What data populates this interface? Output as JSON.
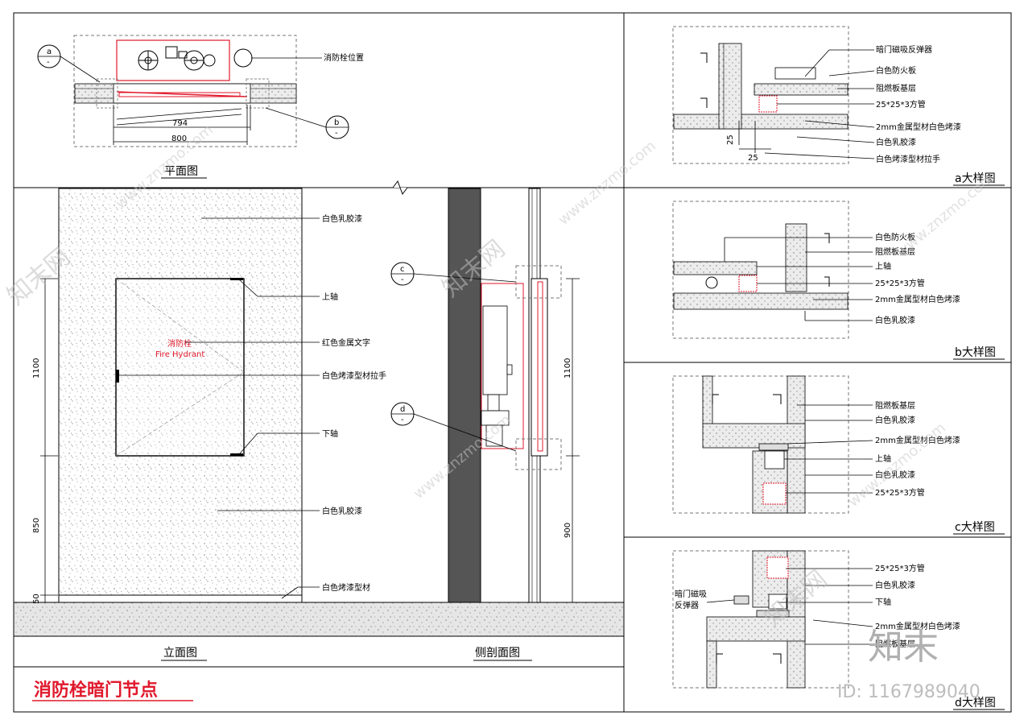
{
  "sheet": {
    "main_title": "消防栓暗门节点",
    "plan_title": "平面图",
    "elevation_title": "立面图",
    "section_title": "侧剖面图"
  },
  "plan": {
    "label_hydrant_pos": "消防栓位置",
    "dim_inner": "794",
    "dim_outer": "800",
    "marker_a": "a",
    "marker_b": "b",
    "marker_dash": "-"
  },
  "elevation": {
    "labels": [
      "白色乳胶漆",
      "上轴",
      "红色金属文字",
      "白色烤漆型材拉手",
      "下轴",
      "白色乳胶漆",
      "白色烤漆型材"
    ],
    "sign_cn": "消防栓",
    "sign_en": "Fire Hydrant",
    "dim_1100": "1100",
    "dim_850": "850",
    "dim_50": "50"
  },
  "section": {
    "marker_c": "c",
    "marker_d": "d",
    "marker_dash": "-",
    "dim_1100": "1100",
    "dim_900": "900"
  },
  "details": {
    "a": {
      "title": "a大样图",
      "labels": [
        "暗门磁吸反弹器",
        "白色防火板",
        "阻燃板基层",
        "25*25*3方管",
        "2mm金属型材白色烤漆",
        "白色乳胶漆",
        "白色烤漆型材拉手"
      ],
      "dim_25a": "25",
      "dim_25b": "25"
    },
    "b": {
      "title": "b大样图",
      "labels": [
        "白色防火板",
        "阻燃板基层",
        "上轴",
        "25*25*3方管",
        "2mm金属型材白色烤漆",
        "白色乳胶漆"
      ]
    },
    "c": {
      "title": "c大样图",
      "labels": [
        "阻燃板基层",
        "白色乳胶漆",
        "2mm金属型材白色烤漆",
        "上轴",
        "白色乳胶漆",
        "25*25*3方管"
      ]
    },
    "d": {
      "title": "d大样图",
      "labels": [
        "25*25*3方管",
        "白色乳胶漆",
        "下轴",
        "2mm金属型材白色烤漆",
        "阻燃板基层"
      ],
      "label_magnet": "暗门磁吸",
      "label_magnet2": "反弹器"
    }
  },
  "watermark": {
    "brand": "知末",
    "site": "www.znzmo.com",
    "site_cn": "知末网",
    "id_text": "ID: 1167989040"
  },
  "colors": {
    "line": "#000000",
    "accent_red": "#e0192c",
    "concrete": "#d9d9d9",
    "dark_wall": "#555555",
    "watermark": "#bdbdbd"
  }
}
